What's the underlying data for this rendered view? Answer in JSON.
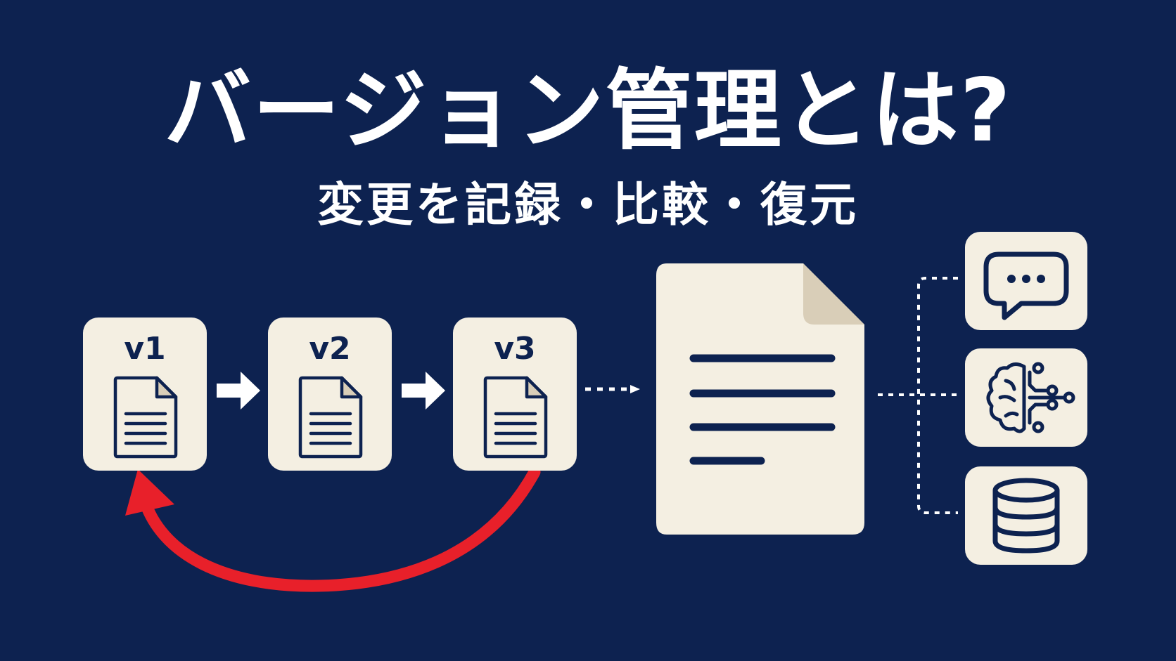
{
  "header": {
    "title": "バージョン管理とは?",
    "subtitle": "変更を記録・比較・復元"
  },
  "versions": [
    {
      "label": "v1",
      "icon": "document-icon"
    },
    {
      "label": "v2",
      "icon": "document-icon"
    },
    {
      "label": "v3",
      "icon": "document-icon"
    }
  ],
  "central_document": {
    "icon": "document-icon"
  },
  "connections": [
    {
      "icon": "chat-bubble-icon"
    },
    {
      "icon": "brain-circuit-icon"
    },
    {
      "icon": "database-icon"
    }
  ],
  "colors": {
    "background": "#0d2250",
    "card": "#f4efe2",
    "ink": "#0d2250",
    "revert_arrow": "#e8202a",
    "page_fold": "#d9ceb8"
  }
}
